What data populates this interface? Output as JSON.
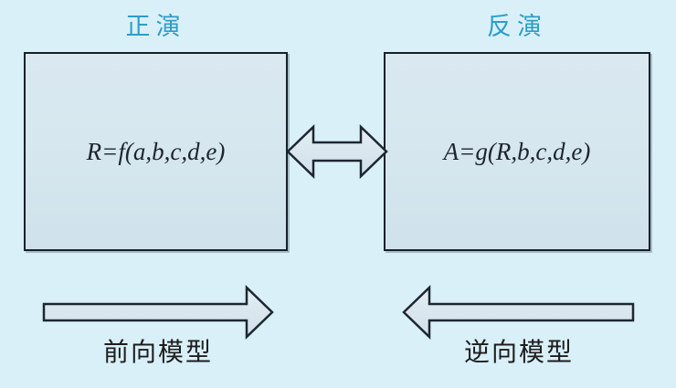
{
  "diagram": {
    "forward": {
      "title": "正演",
      "formula": "R=f(a,b,c,d,e)",
      "label": "前向模型"
    },
    "inverse": {
      "title": "反演",
      "formula": "A=g(R,b,c,d,e)",
      "label": "逆向模型"
    },
    "icons": {
      "between_boxes": "double-headed-arrow",
      "bottom_left": "right-arrow",
      "bottom_right": "left-arrow"
    },
    "colors": {
      "background": "#d9f0f9",
      "title_text": "#2d9dc7",
      "formula_text": "#1c2430",
      "label_text": "#1d1d1d",
      "box_border": "#16202b",
      "box_fill_top": "#dae9f0",
      "box_fill_bottom": "#cfe2eb",
      "arrow_fill_top": "#e4eef4",
      "arrow_fill_bottom": "#cfdfe9",
      "arrow_stroke": "#1d2731"
    }
  }
}
